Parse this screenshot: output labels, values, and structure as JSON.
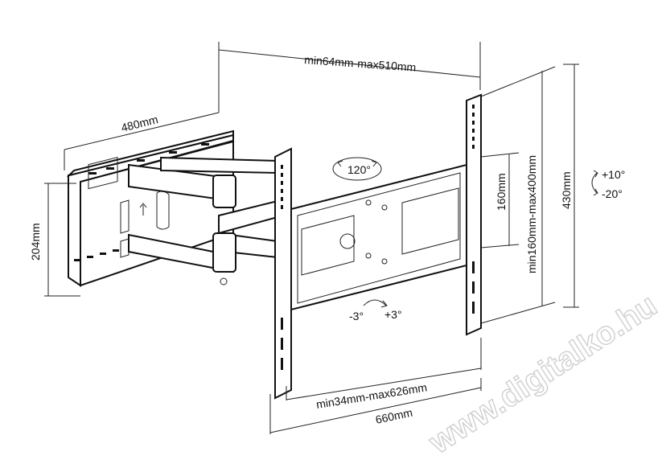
{
  "dimensions": {
    "top_width": "min64mm-max510mm",
    "arm_depth": "480mm",
    "wall_height": "204mm",
    "inner_vertical": "160mm",
    "vesa_vertical": "min160mm-max400mm",
    "plate_height": "430mm",
    "tilt_up": "+10°",
    "tilt_down": "-20°",
    "swivel": "120°",
    "rotate_left": "-3°",
    "rotate_right": "+3°",
    "vesa_horizontal": "min34mm-max626mm",
    "overall_width": "660mm"
  },
  "watermark": "www.digitalko.hu",
  "colors": {
    "line": "#111111",
    "watermark": "#cfcfcf"
  }
}
